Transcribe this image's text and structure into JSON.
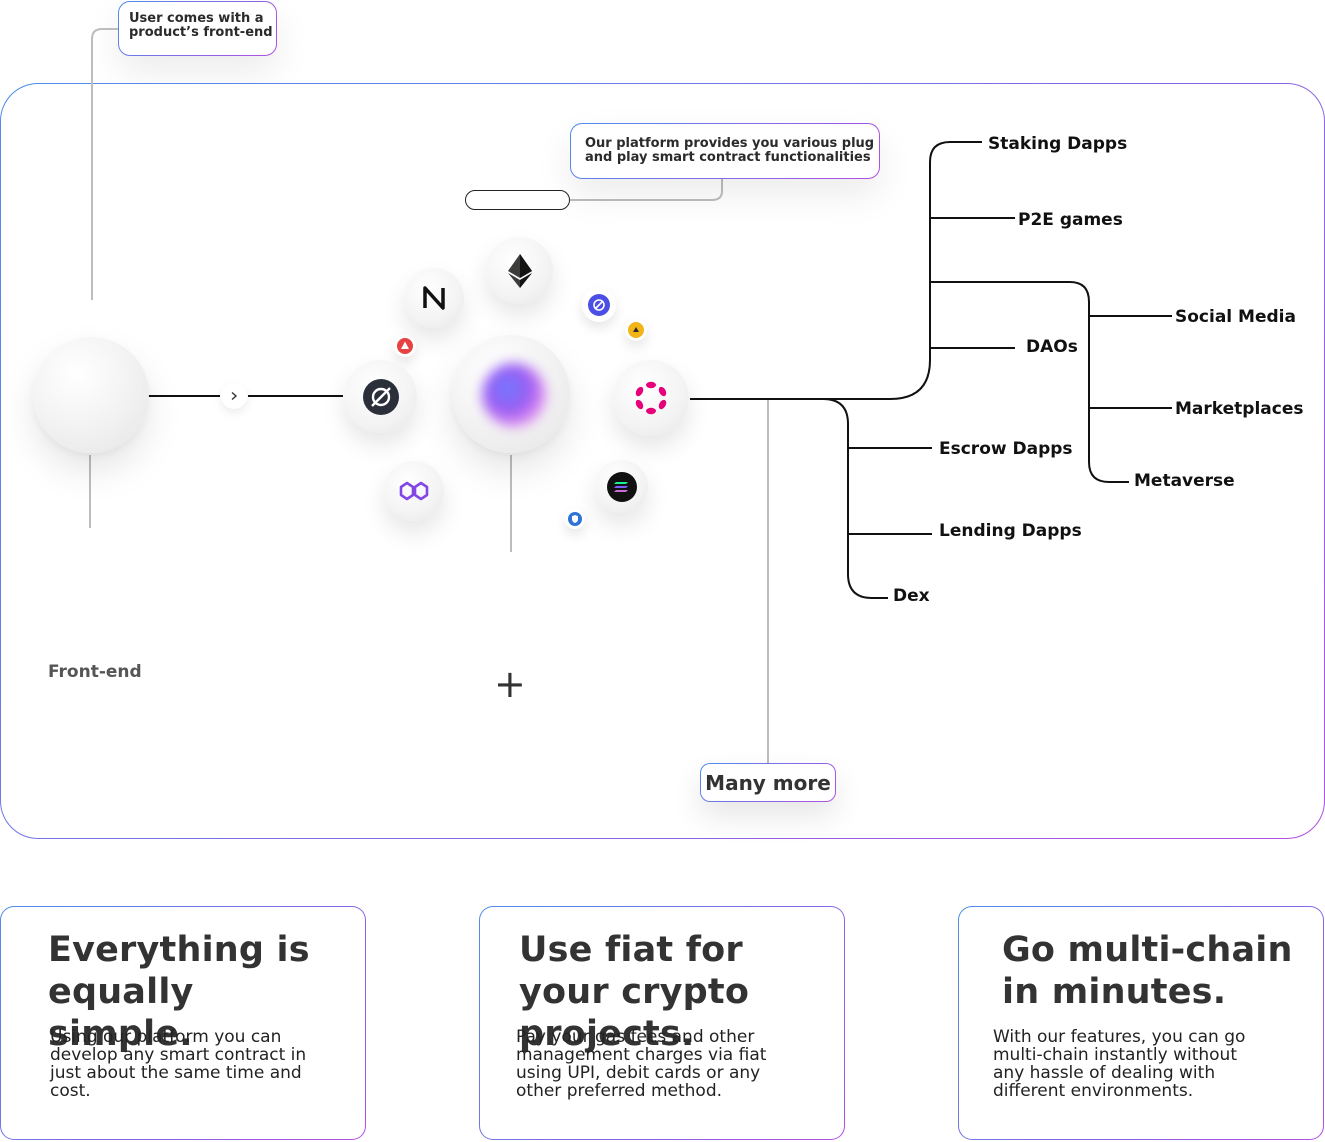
{
  "callouts": {
    "user_comes": "User comes with a product’s front-end",
    "platform_provides": "Our platform provides you various plug and play smart contract functionalities"
  },
  "front_end_label": "Front-end",
  "plus_symbol": "+",
  "many_more": "Many more",
  "tree": {
    "upper": [
      "Staking Dapps",
      "P2E games",
      "DAOs"
    ],
    "sub": [
      "Social Media",
      "Marketplaces",
      "Metaverse"
    ],
    "lower": [
      "Escrow Dapps",
      "Lending Dapps",
      "Dex"
    ]
  },
  "chain_icons": [
    "near-icon",
    "ethereum-icon",
    "avalanche-icon",
    "oxt-icon",
    "arrow-circle-icon",
    "polkadot-icon",
    "polygon-icon",
    "solana-icon",
    "shield-icon",
    "swap-icon"
  ],
  "colors": {
    "accent_blue": "#4c8dea",
    "accent_purple": "#b24ee0",
    "polkadot": "#e6007a",
    "avalanche": "#e84142",
    "polygon": "#8247e5"
  },
  "cards": [
    {
      "title": "Everything is equally simple.",
      "body": "Using our platform you can develop any smart contract in just about the same time and cost."
    },
    {
      "title": "Use fiat for your crypto projects.",
      "body": "Pay your gas fees and other management charges via fiat using UPI, debit cards or any other preferred method."
    },
    {
      "title": "Go multi-chain in minutes.",
      "body": "With our features, you can go multi-chain instantly without any hassle of dealing with different environments."
    }
  ]
}
